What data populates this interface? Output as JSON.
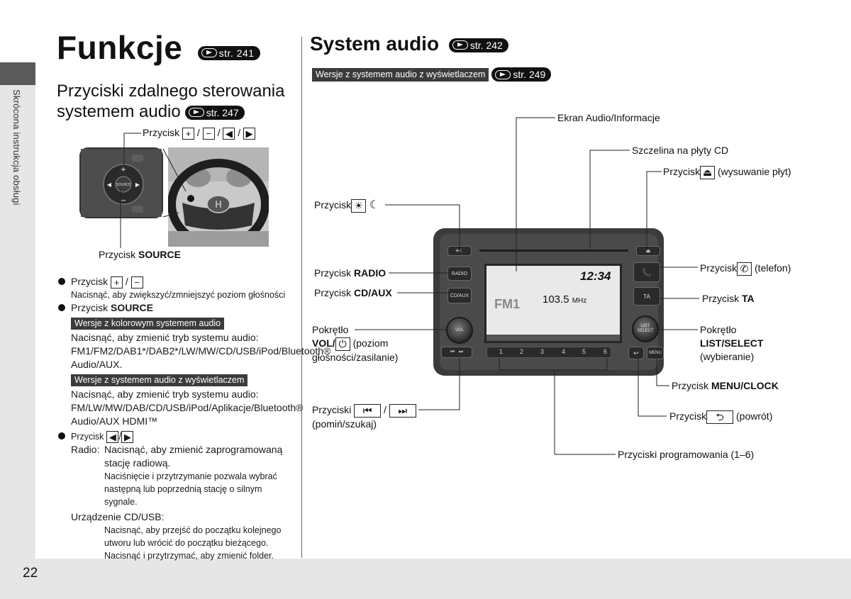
{
  "page": {
    "number": "22",
    "side_label": "Skrócona instrukcja obsługi"
  },
  "left": {
    "title": "Funkcje",
    "title_ref": "str. 241",
    "subtitle_line1": "Przyciski zdalnego sterowania",
    "subtitle_line2": "systemem audio",
    "subtitle_ref": "str. 247",
    "callout_top": "Przycisk",
    "callout_source_prefix": "Przycisk",
    "callout_source_bold": "SOURCE",
    "bullets": {
      "vol_prefix": "Przycisk",
      "vol_desc": "Nacisnąć, aby zwiększyć/zmniejszyć poziom głośności",
      "source_prefix": "Przycisk",
      "source_bold": "SOURCE",
      "color_tag": "Wersje z kolorowym systemem audio",
      "color_desc": "Nacisnąć, aby zmienić tryb systemu audio: FM1/FM2/DAB1*/DAB2*/LW/MW/CD/USB/iPod/Bluetooth® Audio/AUX.",
      "display_tag": "Wersje z systemem audio z wyświetlaczem",
      "display_desc": "Nacisnąć, aby zmienić tryb systemu audio: FM/LW/MW/DAB/CD/USB/iPod/Aplikacje/Bluetooth® Audio/AUX HDMI™",
      "arrow_prefix": "Przycisk",
      "radio_label": "Radio:",
      "radio_desc": "Nacisnąć, aby zmienić zaprogramowaną stację radiową.",
      "radio_hold": "Naciśnięcie i przytrzymanie pozwala wybrać następną lub poprzednią stację o silnym sygnale.",
      "device_label": "Urządzenie CD/USB:",
      "device_desc": "Nacisnąć, aby przejść do początku kolejnego utworu lub wrócić do początku bieżącego.",
      "device_hold": "Nacisnąć i przytrzymać, aby zmienić folder."
    }
  },
  "right": {
    "title": "System audio",
    "title_ref": "str. 242",
    "tag": "Wersje z systemem audio z wyświetlaczem",
    "tag_ref": "str. 249",
    "labels": {
      "screen": "Ekran Audio/Informacje",
      "cd_slot": "Szczelina na płyty CD",
      "eject_prefix": "Przycisk",
      "eject_suffix": "(wysuwanie płyt)",
      "day_night_prefix": "Przycisk",
      "radio_prefix": "Przycisk",
      "radio_bold": "RADIO",
      "cdaux_prefix": "Przycisk",
      "cdaux_bold": "CD/AUX",
      "vol_line1": "Pokrętło",
      "vol_bold": "VOL/",
      "vol_line2_rest": "(poziom",
      "vol_line3": "głośności/zasilanie)",
      "phone_prefix": "Przycisk",
      "phone_suffix": "(telefon)",
      "ta_prefix": "Przycisk",
      "ta_bold": "TA",
      "list_line1": "Pokrętło",
      "list_bold": "LIST/SELECT",
      "list_line3": "(wybieranie)",
      "menu_prefix": "Przycisk",
      "menu_bold": "MENU/CLOCK",
      "skip_prefix": "Przyciski",
      "skip_line2": "(pomiń/szukaj)",
      "back_prefix": "Przycisk",
      "back_suffix": "(powrót)",
      "presets": "Przyciski programowania (1–6)"
    },
    "unit": {
      "clock": "12:34",
      "frequency": "103.5",
      "frequency_unit": "MHz",
      "band": "FM",
      "band_num": "1",
      "preset_nums": [
        "1",
        "2",
        "3",
        "4",
        "5",
        "6"
      ],
      "btn_radio": "RADIO",
      "btn_cdaux": "CD/AUX",
      "btn_ta": "TA",
      "btn_menu": "MENU",
      "knob_vol": "VOL",
      "knob_list": "LIST SELECT"
    }
  }
}
